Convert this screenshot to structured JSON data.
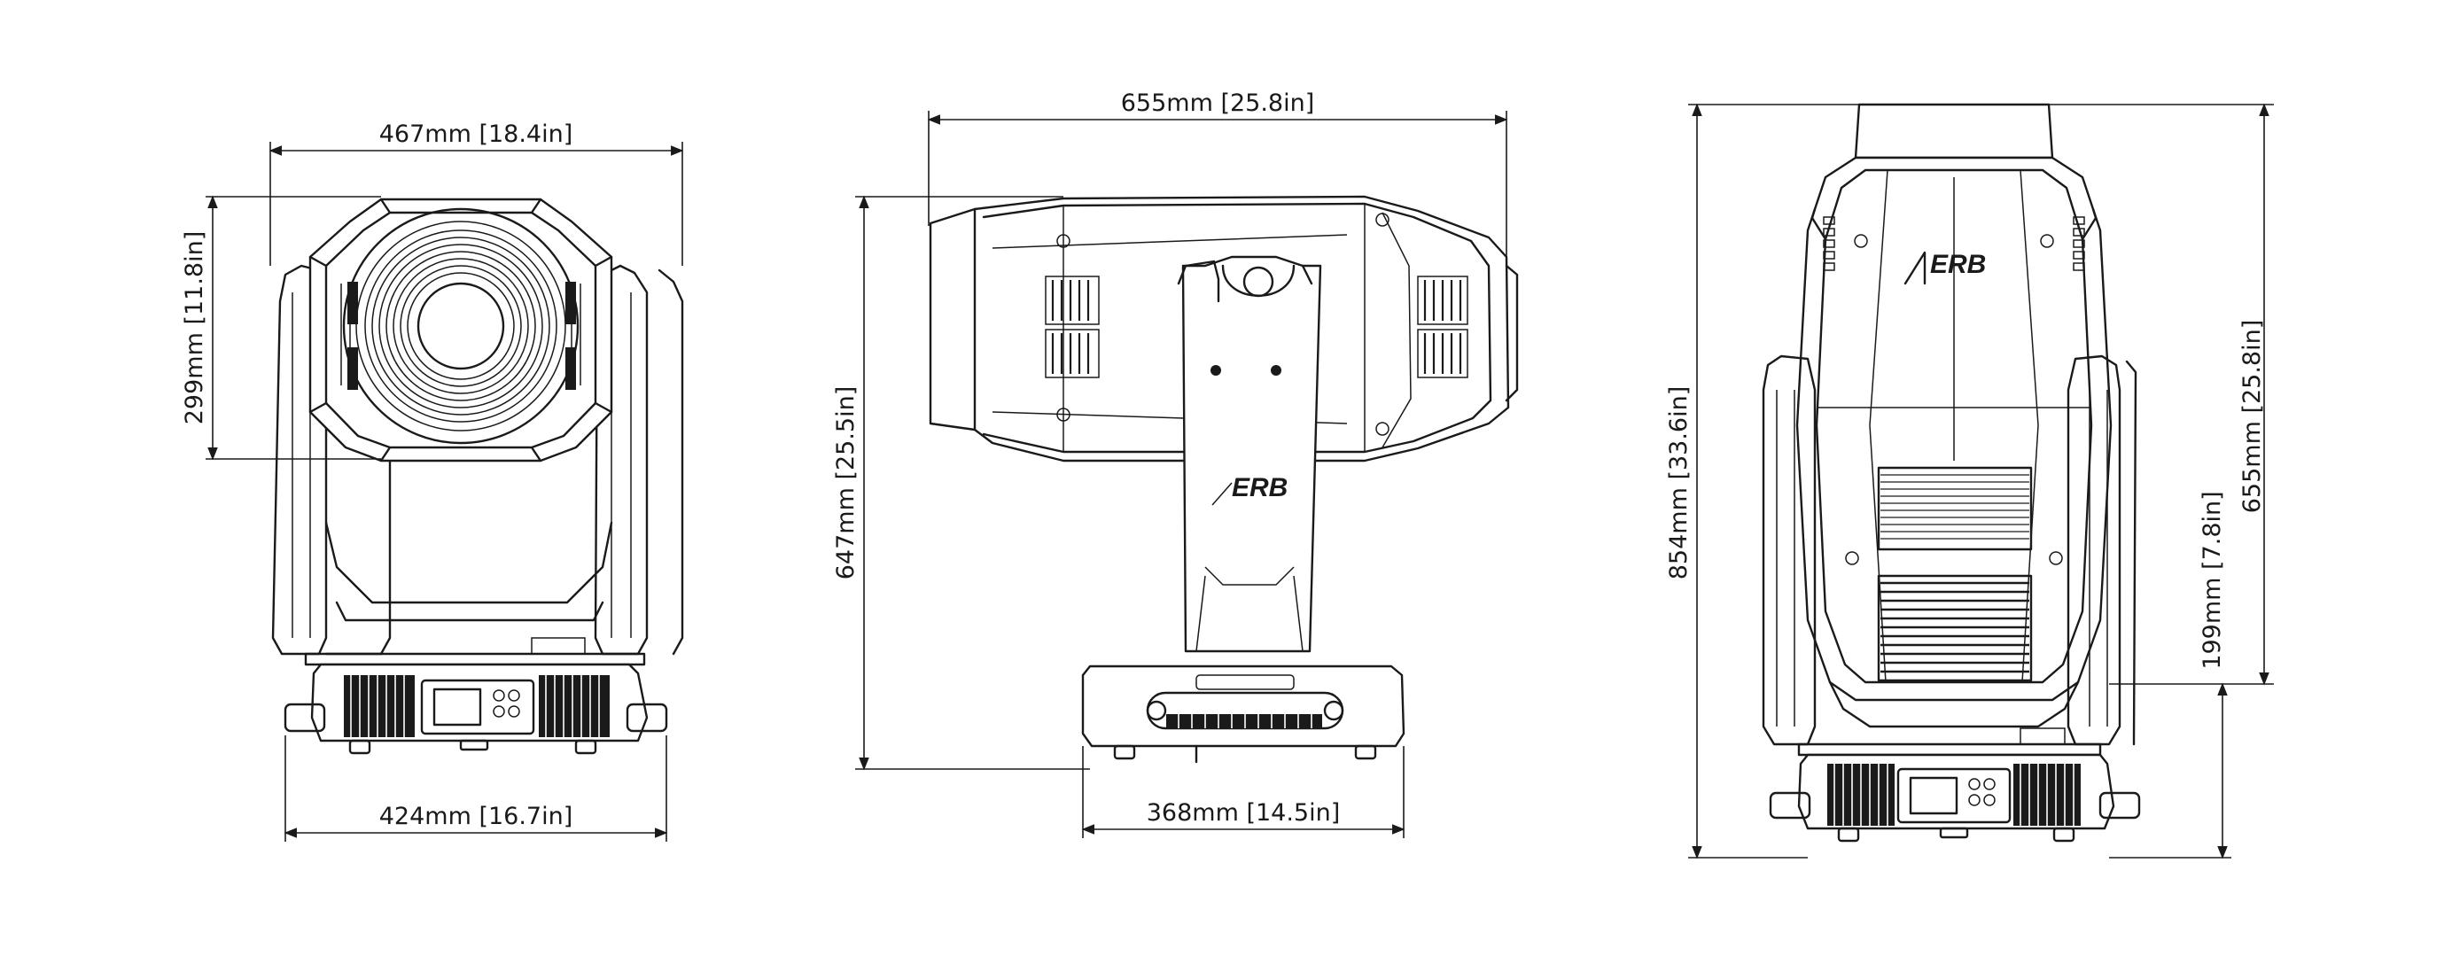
{
  "brand_logo_text": "ERB",
  "views": {
    "front": {
      "overall_width": "467mm  [18.4in]",
      "head_height": "299mm  [11.8in]",
      "base_width": "424mm  [16.7in]"
    },
    "side": {
      "overall_length": "655mm  [25.8in]",
      "overall_height": "647mm  [25.5in]",
      "base_width": "368mm  [14.5in]"
    },
    "rear": {
      "overall_height": "854mm  [33.6in]",
      "upper_height": "655mm  [25.8in]",
      "lower_height": "199mm  [7.8in]"
    }
  }
}
